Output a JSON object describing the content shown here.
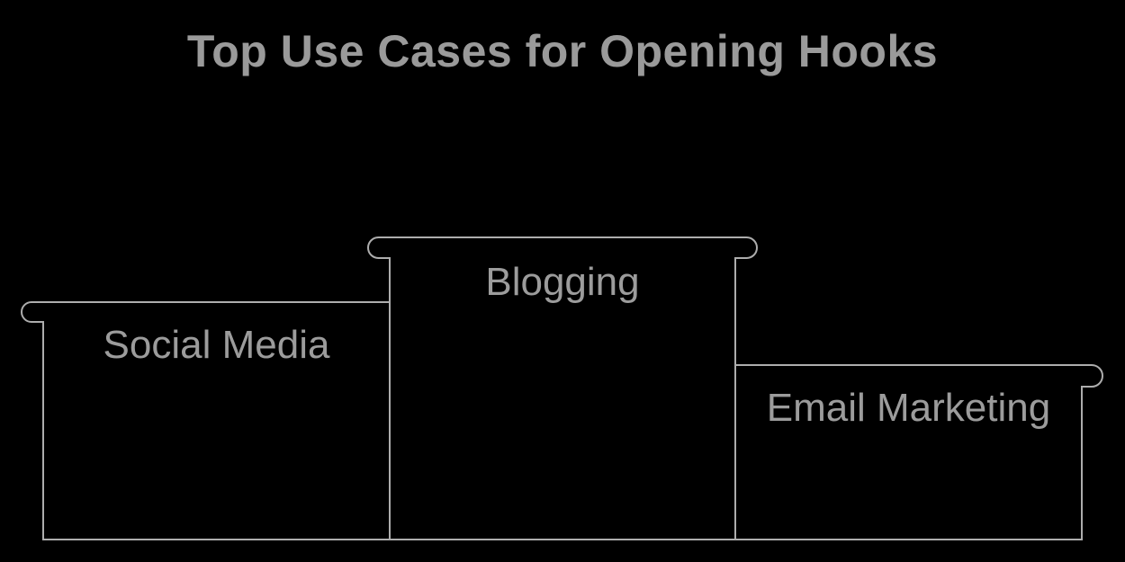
{
  "canvas": {
    "background": "#000000",
    "outline_color": "#adadad",
    "title_color": "#9a9a9a",
    "label_color": "#9c9c9c"
  },
  "title": {
    "text": "Top Use Cases for Opening Hooks"
  },
  "podium": {
    "order_tallest_first": [
      "Blogging",
      "Social Media",
      "Email Marketing"
    ],
    "blocks": [
      {
        "label": "Social Media",
        "position": "left",
        "relative_height": "middle"
      },
      {
        "label": "Blogging",
        "position": "center",
        "relative_height": "tallest"
      },
      {
        "label": "Email Marketing",
        "position": "right",
        "relative_height": "shortest"
      }
    ]
  }
}
